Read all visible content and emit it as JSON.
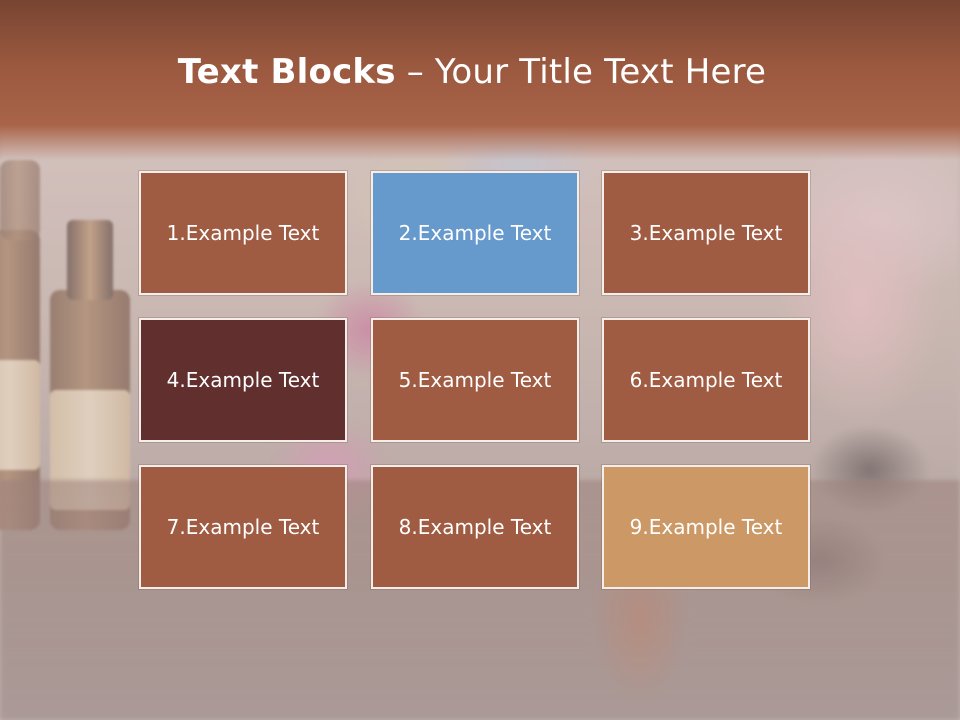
{
  "slide": {
    "title_bold": "Text Blocks",
    "title_dash": " – ",
    "title_rest": "Your Title Text Here"
  },
  "blocks": [
    {
      "label": "1.Example Text",
      "color": "#a05c43"
    },
    {
      "label": "2.Example Text",
      "color": "#6699cc"
    },
    {
      "label": "3.Example Text",
      "color": "#a05c43"
    },
    {
      "label": "4.Example Text",
      "color": "#622f2f"
    },
    {
      "label": "5.Example Text",
      "color": "#a05c43"
    },
    {
      "label": "6.Example Text",
      "color": "#a05c43"
    },
    {
      "label": "7.Example Text",
      "color": "#a05c43"
    },
    {
      "label": "8.Example Text",
      "color": "#a05c43"
    },
    {
      "label": "9.Example Text",
      "color": "#cc9966"
    }
  ],
  "colors": {
    "title_band": "#a96448",
    "text": "#ffffff"
  }
}
